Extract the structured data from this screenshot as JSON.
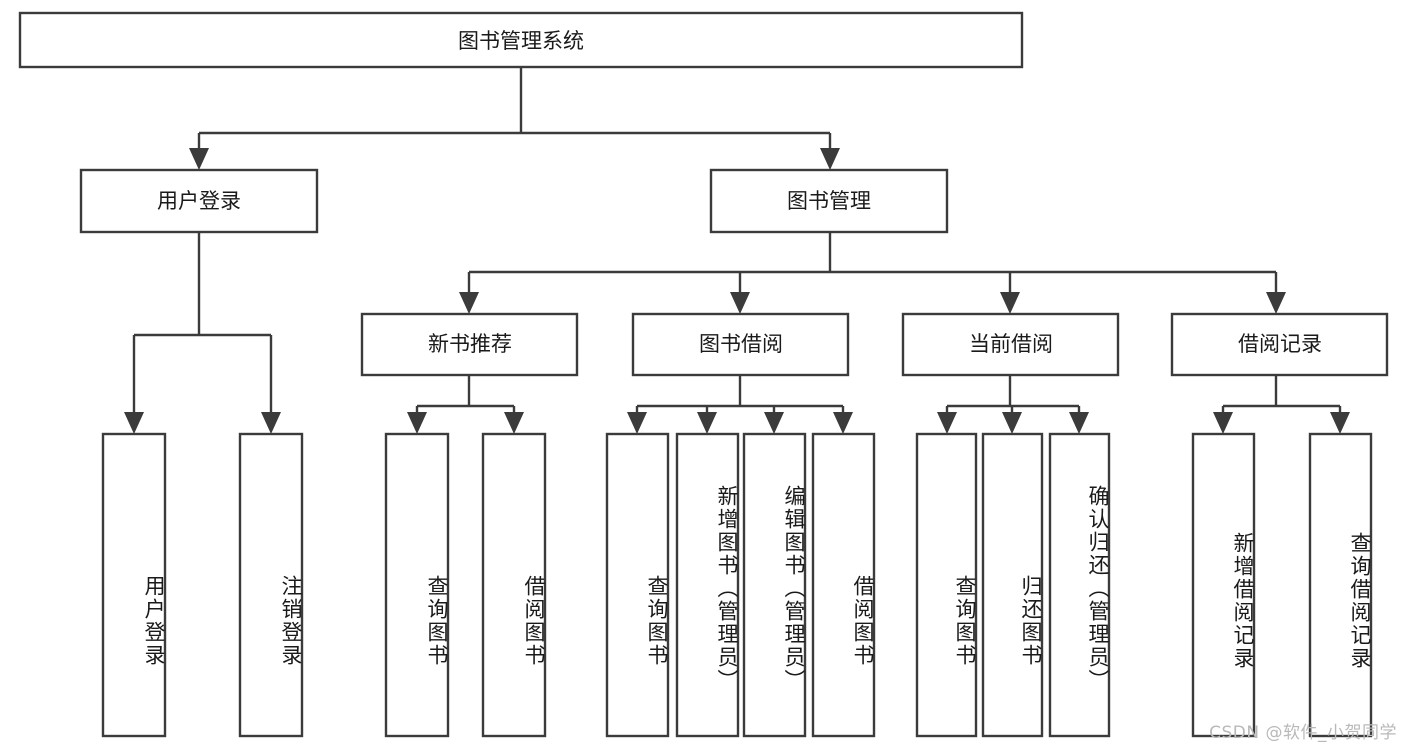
{
  "diagram": {
    "title": "图书管理系统",
    "type": "tree-hierarchy",
    "root": {
      "label": "图书管理系统"
    },
    "level2": [
      {
        "label": "用户登录"
      },
      {
        "label": "图书管理"
      }
    ],
    "level3": [
      {
        "label": "新书推荐"
      },
      {
        "label": "图书借阅"
      },
      {
        "label": "当前借阅"
      },
      {
        "label": "借阅记录"
      }
    ],
    "leaves": {
      "user_login": [
        {
          "label": "用户登录"
        },
        {
          "label": "注销登录"
        }
      ],
      "new_book_recommend": [
        {
          "label": "查询图书"
        },
        {
          "label": "借阅图书"
        }
      ],
      "book_borrow": [
        {
          "label": "查询图书"
        },
        {
          "label": "新增图书（管理员）"
        },
        {
          "label": "编辑图书（管理员）"
        },
        {
          "label": "借阅图书"
        }
      ],
      "current_borrow": [
        {
          "label": "查询图书"
        },
        {
          "label": "归还图书"
        },
        {
          "label": "确认归还（管理员）"
        }
      ],
      "borrow_record": [
        {
          "label": "新增借阅记录"
        },
        {
          "label": "查询借阅记录"
        }
      ]
    }
  },
  "watermark": {
    "text": "CSDN @软件_小贺同学"
  },
  "colors": {
    "background": "#ffffff",
    "box_fill": "#ffffff",
    "box_stroke": "#3b3b3b",
    "text": "#1a1a1a",
    "watermark": "#b9b9b9"
  }
}
